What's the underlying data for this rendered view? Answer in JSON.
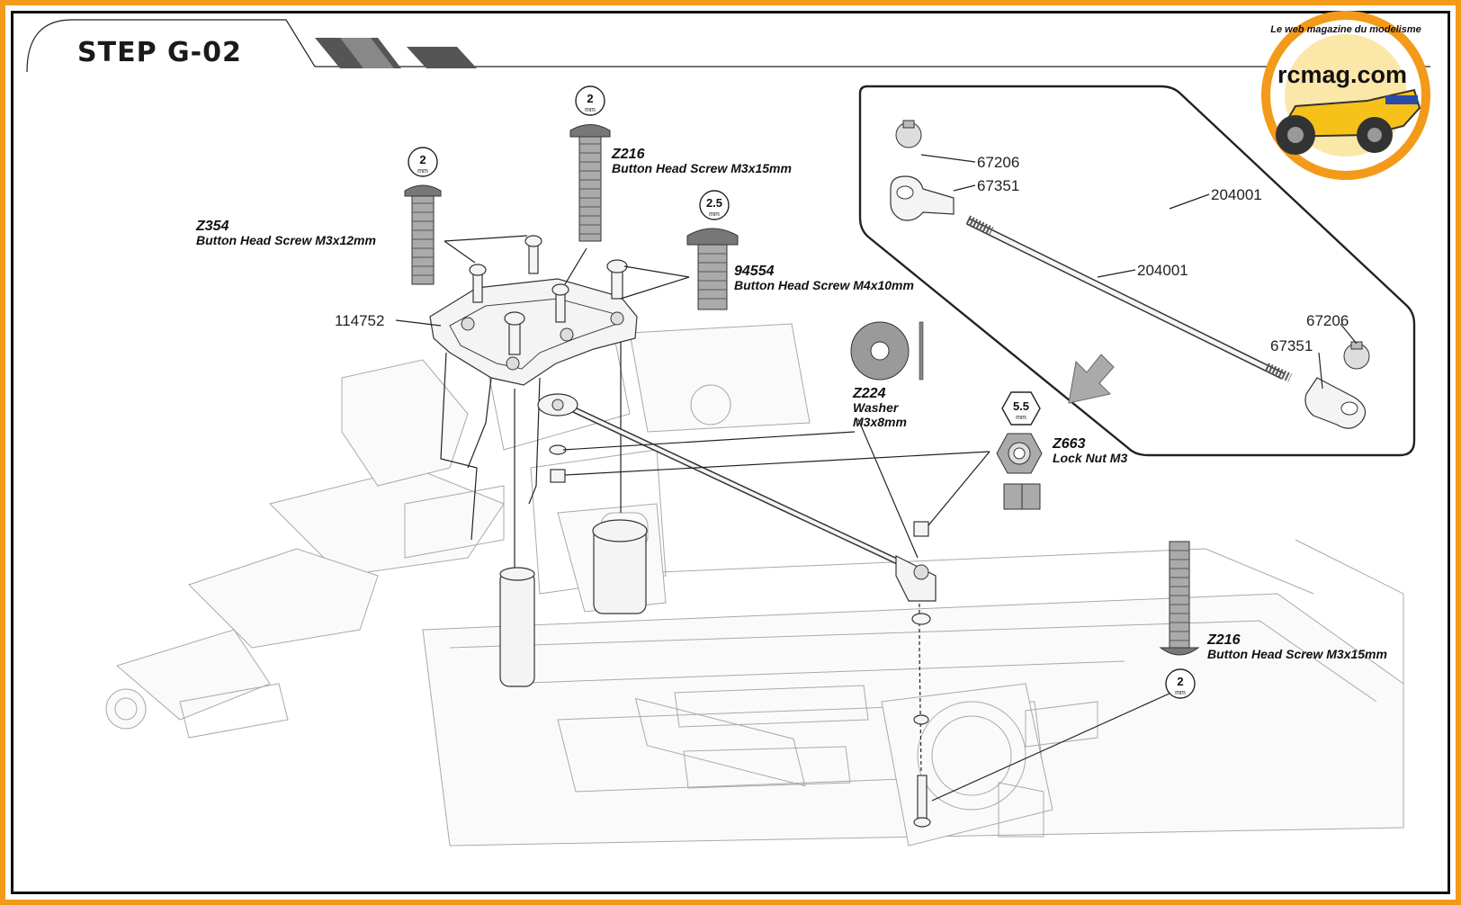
{
  "step_title": "STEP G-02",
  "logo": {
    "arc_text": "Le web magazine du modelisme",
    "name": "rcmag.com",
    "colors": {
      "ring": "#f39a1a",
      "body": "#f6c21a",
      "text": "#111111"
    }
  },
  "colors": {
    "frame": "#f39a1a",
    "line": "#222222",
    "ghost": "#a9a9a9"
  },
  "parts": {
    "z216_top": {
      "code": "Z216",
      "desc": "Button Head Screw M3x15mm",
      "tool": "2",
      "unit": "mm"
    },
    "z354": {
      "code": "Z354",
      "desc": "Button Head Screw M3x12mm",
      "tool": "2",
      "unit": "mm"
    },
    "p94554": {
      "code": "94554",
      "desc": "Button Head Screw M4x10mm",
      "tool": "2.5",
      "unit": "mm"
    },
    "p114752": {
      "code": "114752"
    },
    "z224": {
      "code": "Z224",
      "desc1": "Washer",
      "desc2": "M3x8mm"
    },
    "z663": {
      "code": "Z663",
      "desc": "Lock Nut M3",
      "tool": "5.5",
      "unit": "mm"
    },
    "z216_bottom": {
      "code": "Z216",
      "desc": "Button Head Screw M3x15mm",
      "tool": "2",
      "unit": "mm"
    }
  },
  "inset": {
    "labels": {
      "ball_top": "67206",
      "end_top": "67351",
      "assembly": "204001",
      "rod": "204001",
      "ball_bottom": "67206",
      "end_bottom": "67351"
    }
  }
}
